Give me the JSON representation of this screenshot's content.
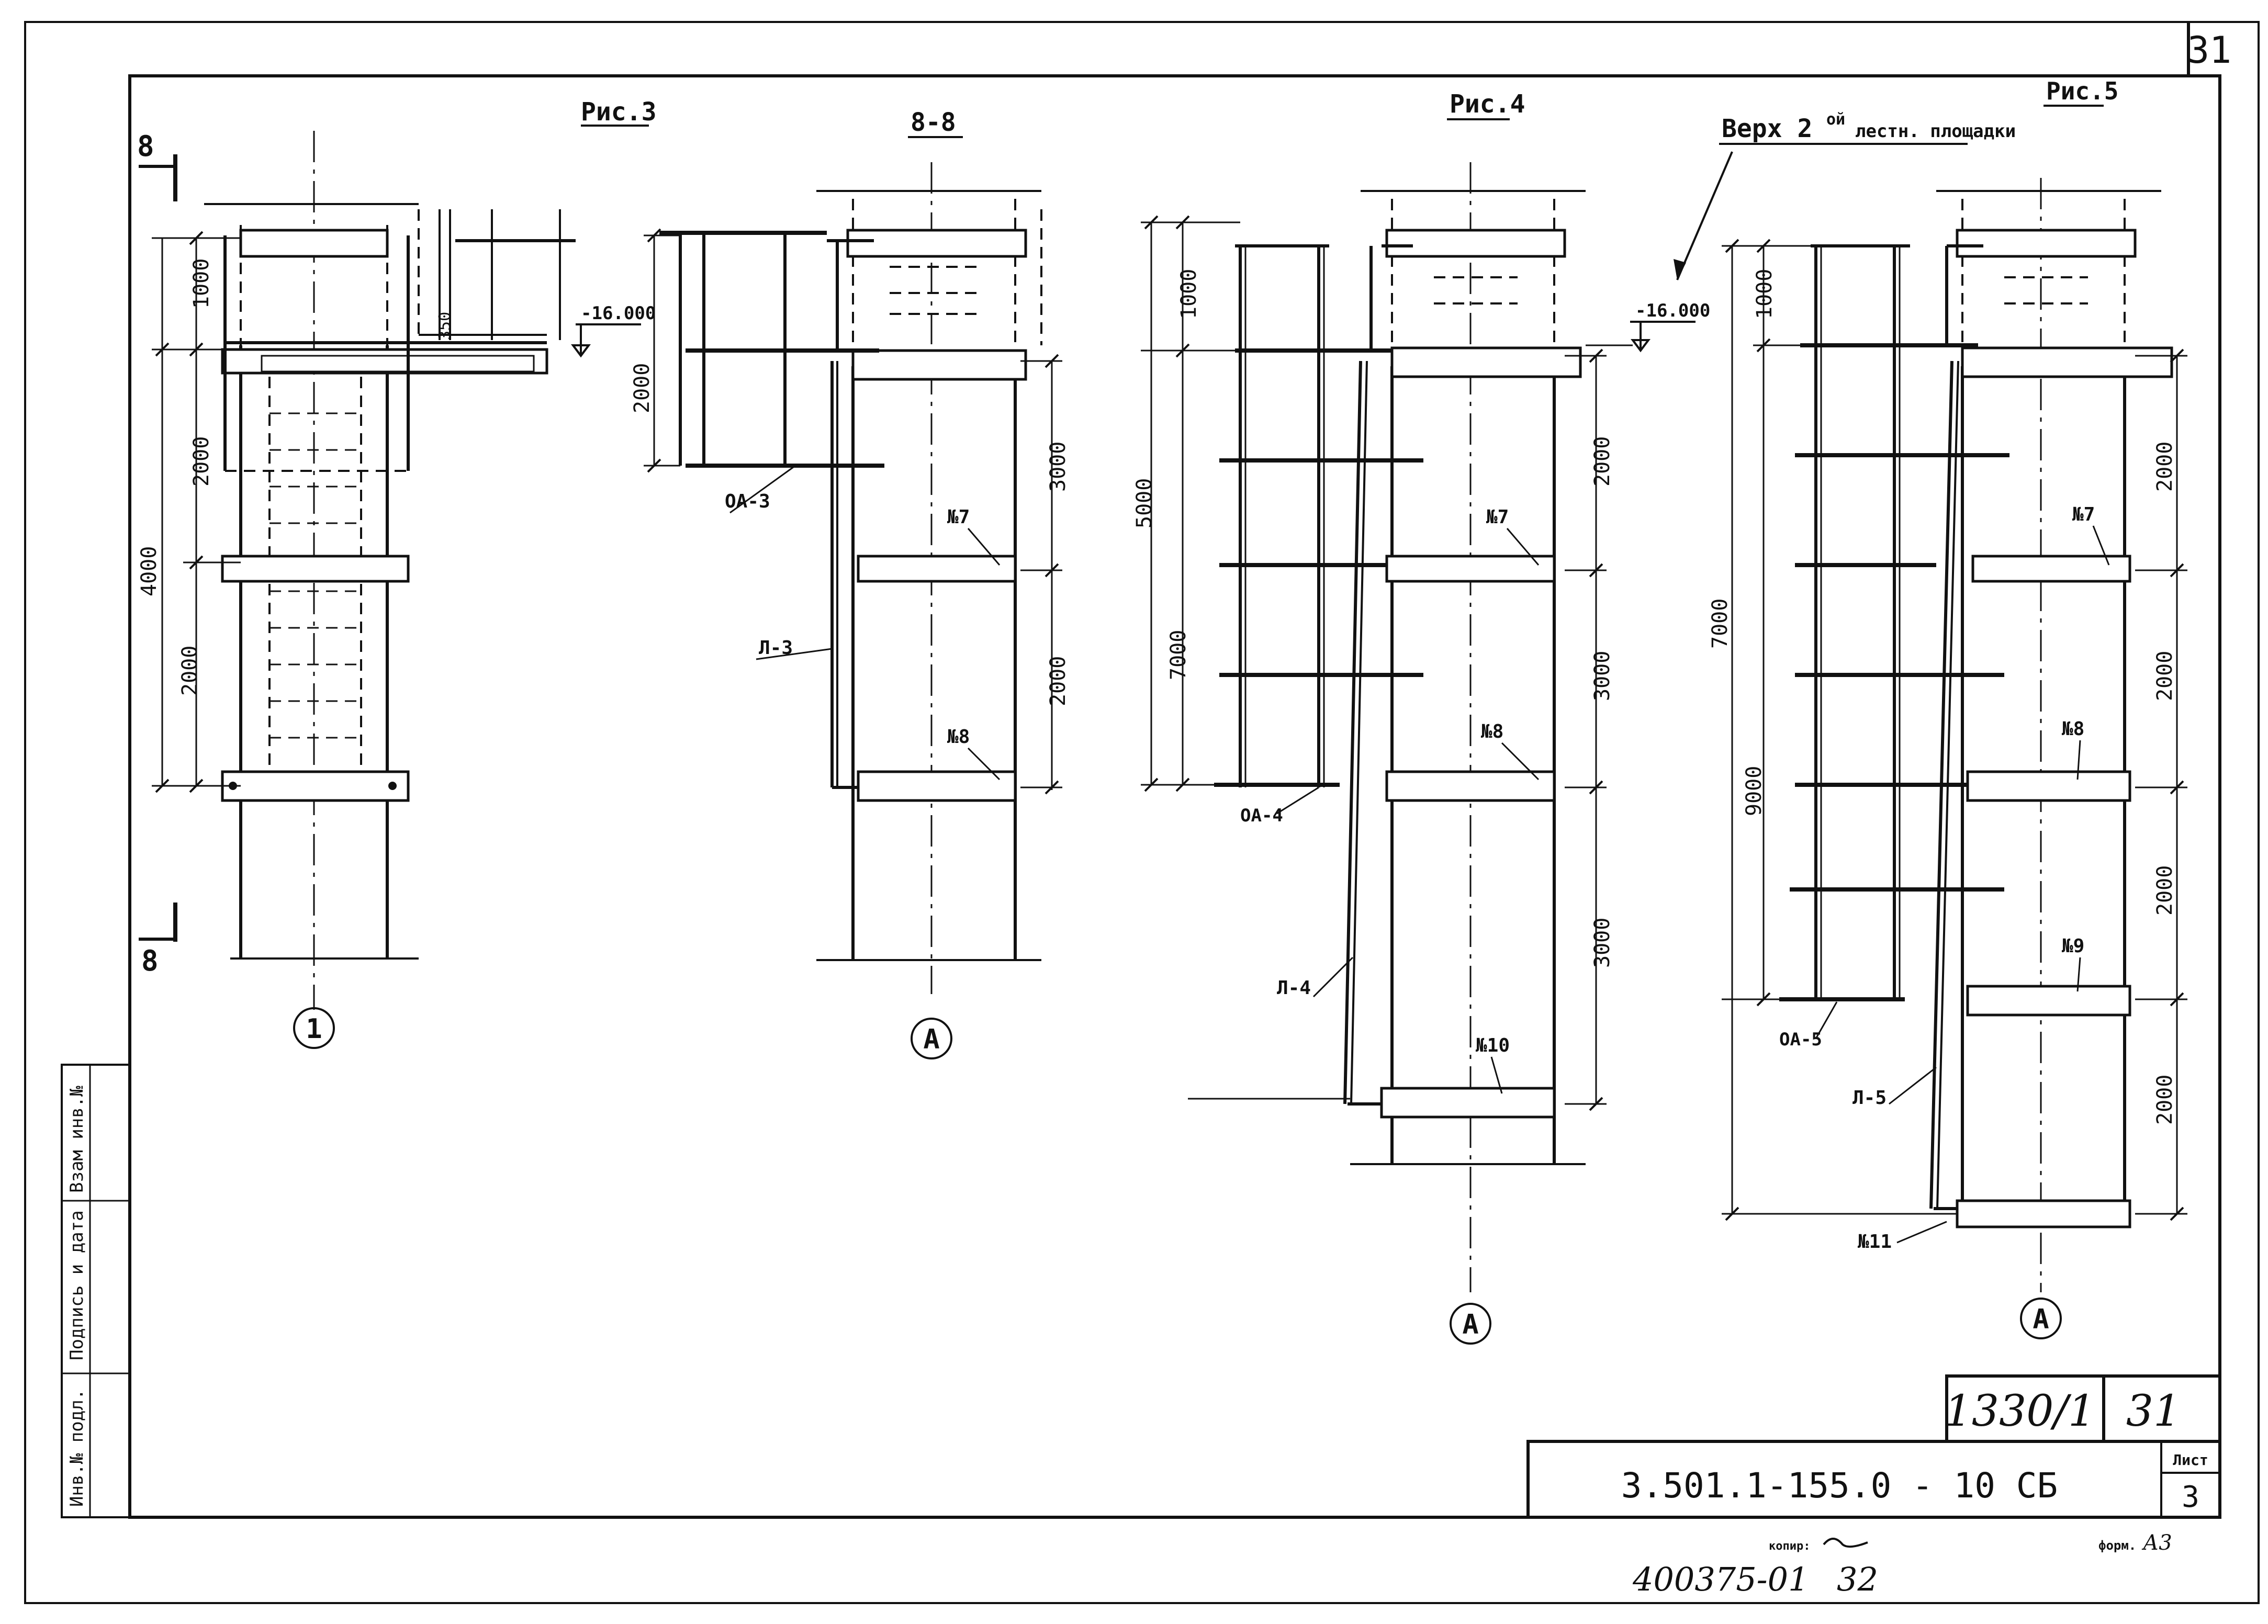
{
  "sheet": {
    "corner_number": "31",
    "captions": {
      "fig3": "Рис.3",
      "section": "8-8",
      "fig4": "Рис.4",
      "fig5": "Рис.5",
      "platform_note": "Верх 2",
      "platform_note_sup": "ой",
      "platform_note_tail": "лестн. площадки"
    },
    "section_marks": {
      "top": "8",
      "bottom": "8"
    },
    "elevations": {
      "fig3": "-16.000",
      "fig4": "-16.000"
    },
    "axes": {
      "fig3": "1",
      "section": "А",
      "fig4": "А",
      "fig5": "А"
    },
    "dimensions": {
      "fig3": [
        "1000",
        "2000",
        "4000",
        "2000",
        "350"
      ],
      "section": [
        "2000",
        "3000",
        "2000"
      ],
      "fig4": [
        "1000",
        "5000",
        "7000",
        "2000",
        "3000",
        "3000"
      ],
      "fig5": [
        "1000",
        "7000",
        "9000",
        "2000",
        "2000",
        "2000",
        "2000"
      ]
    },
    "part_labels": {
      "oa3": "ОА-3",
      "l3": "Л-3",
      "n7a": "№7",
      "n8a": "№8",
      "oa4": "ОА-4",
      "l4": "Л-4",
      "n7b": "№7",
      "n8b": "№8",
      "n10": "№10",
      "oa5": "ОА-5",
      "l5": "Л-5",
      "n7c": "№7",
      "n8c": "№8",
      "n9": "№9",
      "n11": "№11"
    },
    "side_stamp": [
      "Инв.№ подл.",
      "Подпись и дата",
      "Взам инв.№"
    ]
  },
  "title_block": {
    "doc_number": "3.501.1-155.0 - 10 СБ",
    "archive_number": "1330/1",
    "archive_sheet": "31",
    "sheet_label": "Лист",
    "sheet_number": "3",
    "copied_label": "копир:",
    "format_label": "форм.",
    "format_value": "А3",
    "inventory": "400375-01",
    "inventory_sheet": "32"
  }
}
